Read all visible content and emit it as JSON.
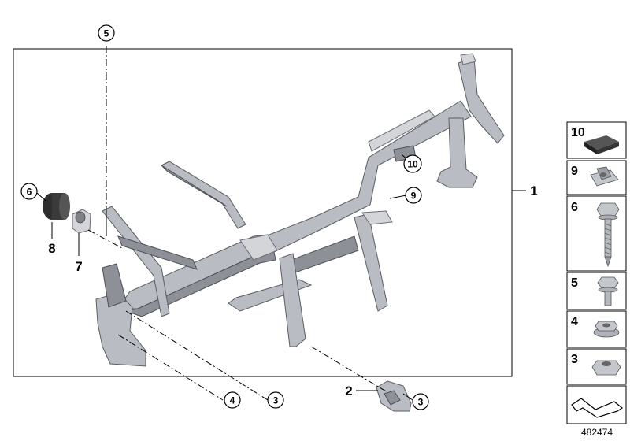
{
  "diagram": {
    "reference_number": "482474",
    "main_label": "1",
    "bracket_label": "2",
    "callouts": {
      "c5_top": "5",
      "c6": "6",
      "c8": "8",
      "c7": "7",
      "c10": "10",
      "c9": "9",
      "c4": "4",
      "c3_mid": "3",
      "c3_right": "3"
    }
  },
  "legend": {
    "items": [
      {
        "number": "10",
        "icon": "foam-pad-icon"
      },
      {
        "number": "9",
        "icon": "clip-nut-icon"
      },
      {
        "number": "6",
        "icon": "long-screw-icon"
      },
      {
        "number": "5",
        "icon": "short-bolt-icon"
      },
      {
        "number": "4",
        "icon": "flange-nut-icon"
      },
      {
        "number": "3",
        "icon": "hex-nut-icon"
      }
    ],
    "last_icon": "assembly-arrow-icon"
  },
  "colors": {
    "metal": "#b9bcc2",
    "metal_dark": "#8d9096",
    "outline": "#5a5d63",
    "foam": "#3a3a3a"
  }
}
